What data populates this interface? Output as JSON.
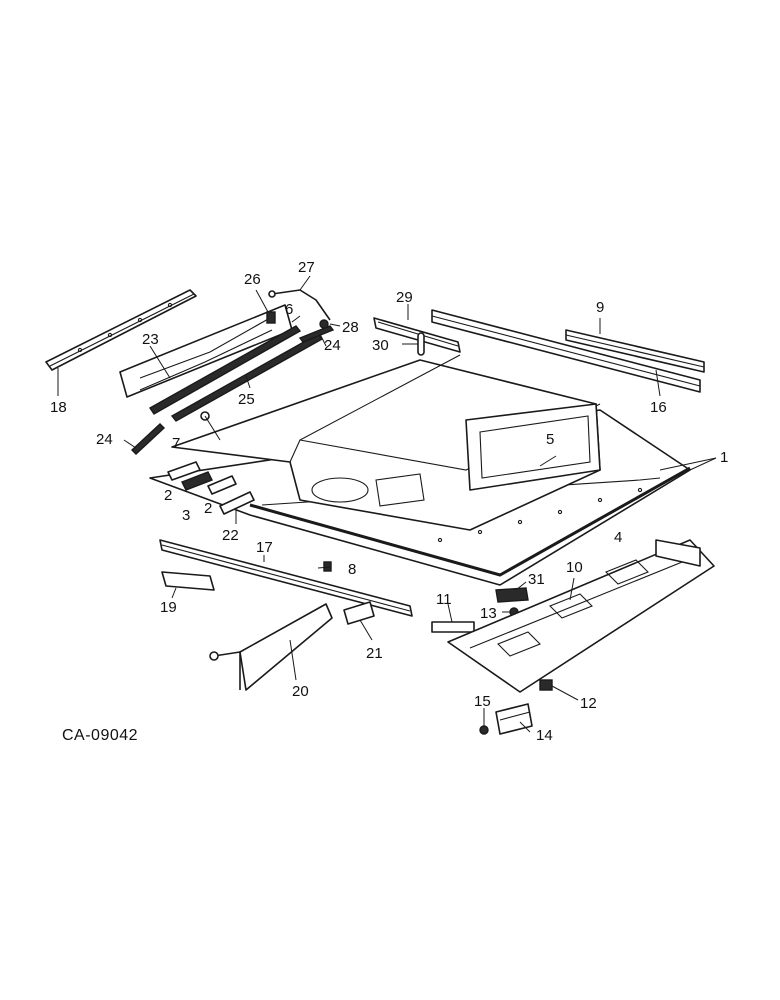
{
  "drawing_code": "CA-09042",
  "callouts": [
    "1",
    "2",
    "2",
    "3",
    "4",
    "5",
    "6",
    "7",
    "8",
    "9",
    "10",
    "11",
    "12",
    "13",
    "14",
    "15",
    "16",
    "17",
    "18",
    "19",
    "20",
    "21",
    "22",
    "23",
    "24",
    "24",
    "25",
    "26",
    "27",
    "28",
    "29",
    "30",
    "31"
  ]
}
